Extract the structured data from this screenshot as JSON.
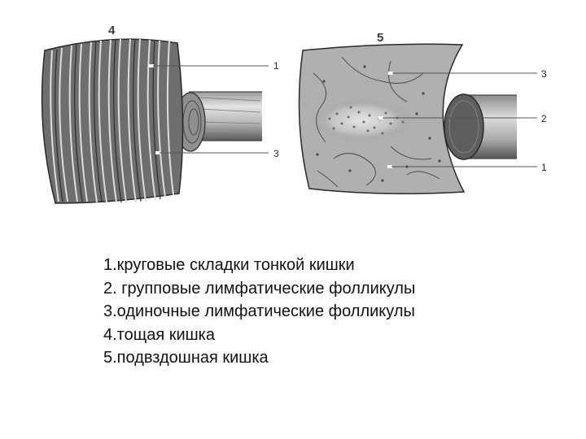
{
  "figure": {
    "panel_jejunum": {
      "number": "4",
      "callouts": [
        "1",
        "3"
      ]
    },
    "panel_ileum": {
      "number": "5",
      "callouts": [
        "3",
        "2",
        "1"
      ]
    }
  },
  "legend": {
    "items": [
      "1.круговые складки тонкой кишки",
      "2. групповые лимфатические фолликулы",
      "3.одиночные лимфатические фолликулы",
      "4.тощая кишка",
      "5.подвздошная кишка"
    ]
  }
}
